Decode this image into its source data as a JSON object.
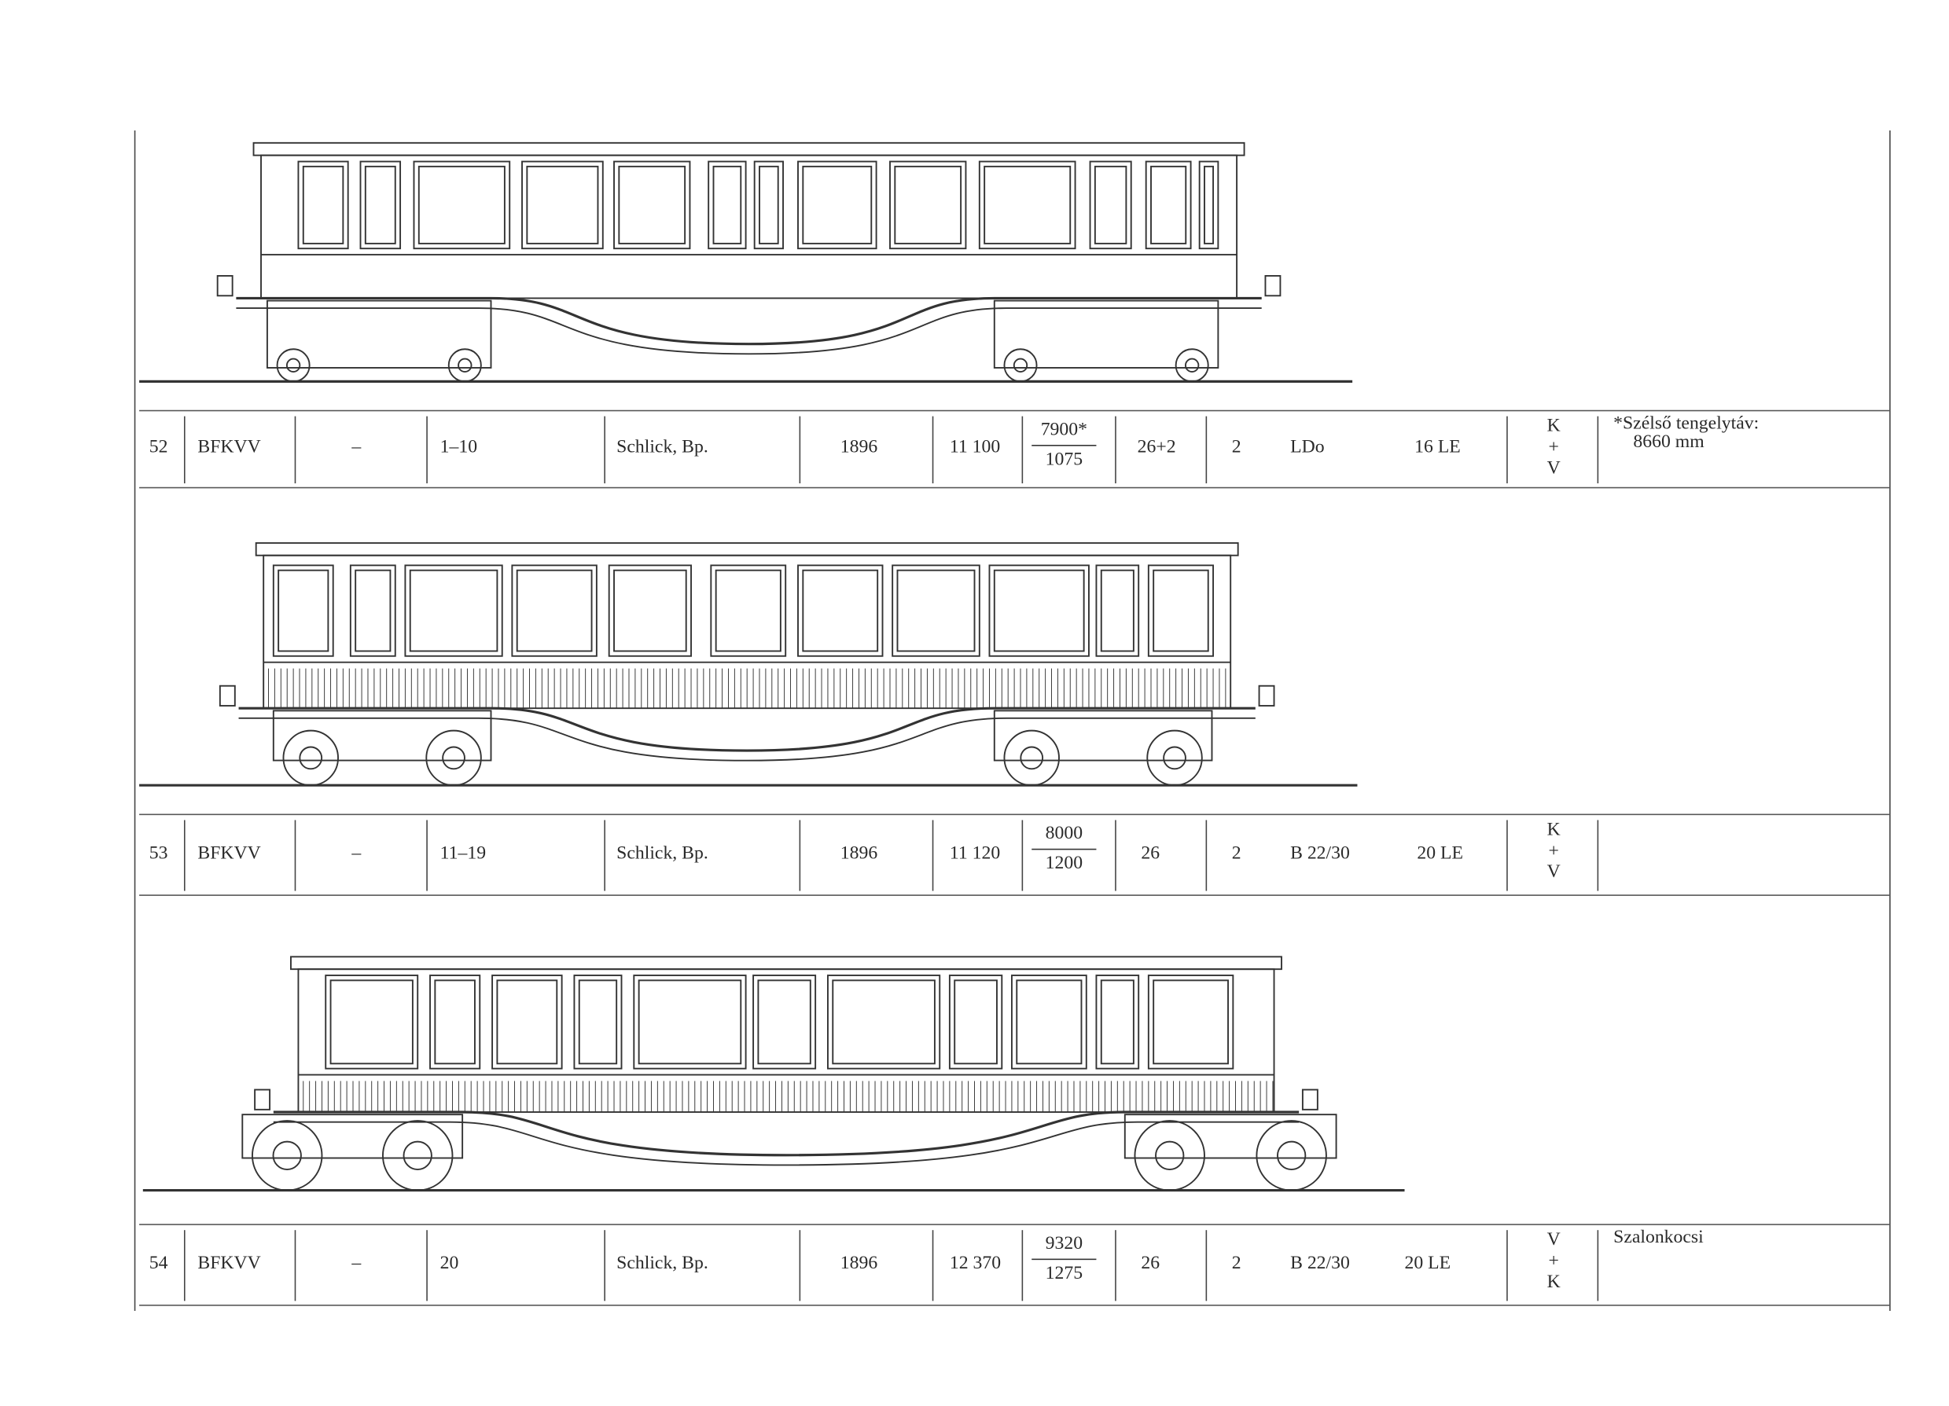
{
  "rows": [
    {
      "no": "52",
      "type": "BFKVV",
      "old_no": "–",
      "numbers": "1–10",
      "maker": "Schlick, Bp.",
      "year": "1896",
      "length": "11 100",
      "frac_top": "7900*",
      "frac_bottom": "1075",
      "seats": "26+2",
      "axles": "2",
      "motor": "LDo",
      "power": "16 LE",
      "brake_top": "K",
      "brake_mid": "+",
      "brake_bottom": "V",
      "note": "*Szélső tengelytáv:",
      "note2": "8660 mm"
    },
    {
      "no": "53",
      "type": "BFKVV",
      "old_no": "–",
      "numbers": "11–19",
      "maker": "Schlick, Bp.",
      "year": "1896",
      "length": "11 120",
      "frac_top": "8000",
      "frac_bottom": "1200",
      "seats": "26",
      "axles": "2",
      "motor": "B 22/30",
      "power": "20 LE",
      "brake_top": "K",
      "brake_mid": "+",
      "brake_bottom": "V",
      "note": "",
      "note2": ""
    },
    {
      "no": "54",
      "type": "BFKVV",
      "old_no": "–",
      "numbers": "20",
      "maker": "Schlick, Bp.",
      "year": "1896",
      "length": "12 370",
      "frac_top": "9320",
      "frac_bottom": "1275",
      "seats": "26",
      "axles": "2",
      "motor": "B 22/30",
      "power": "20 LE",
      "brake_top": "V",
      "brake_mid": "+",
      "brake_bottom": "K",
      "note": "Szalonkocsi",
      "note2": ""
    }
  ]
}
